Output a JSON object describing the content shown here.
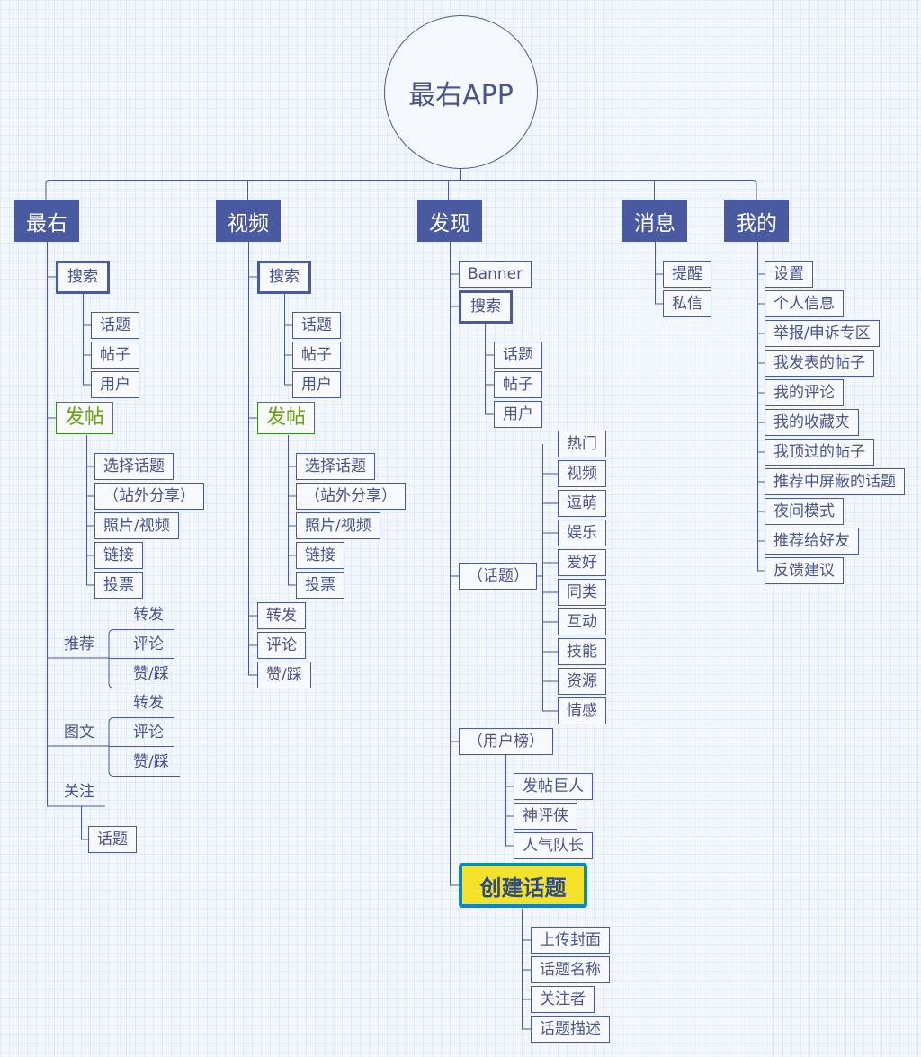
{
  "root": "最右APP",
  "categories": {
    "zuiyou": "最右",
    "video": "视频",
    "discover": "发现",
    "message": "消息",
    "mine": "我的"
  },
  "zuiyou": {
    "search": "搜索",
    "search_items": [
      "话题",
      "帖子",
      "用户"
    ],
    "post": "发帖",
    "post_items": [
      "选择话题",
      "（站外分享）",
      "照片/视频",
      "链接",
      "投票"
    ],
    "recommend": "推荐",
    "recommend_items": [
      "转发",
      "评论",
      "赞/踩"
    ],
    "graphic": "图文",
    "graphic_items": [
      "转发",
      "评论",
      "赞/踩"
    ],
    "follow": "关注",
    "follow_items": [
      "话题"
    ]
  },
  "video": {
    "search": "搜索",
    "search_items": [
      "话题",
      "帖子",
      "用户"
    ],
    "post": "发帖",
    "post_items": [
      "选择话题",
      "（站外分享）",
      "照片/视频",
      "链接",
      "投票"
    ],
    "actions": [
      "转发",
      "评论",
      "赞/踩"
    ]
  },
  "discover": {
    "banner": "Banner",
    "search": "搜索",
    "search_items": [
      "话题",
      "帖子",
      "用户"
    ],
    "topics": "（话题）",
    "topic_items": [
      "热门",
      "视频",
      "逗萌",
      "娱乐",
      "爱好",
      "同类",
      "互动",
      "技能",
      "资源",
      "情感"
    ],
    "ranking": "（用户榜）",
    "ranking_items": [
      "发帖巨人",
      "神评侠",
      "人气队长"
    ],
    "create_topic": "创建话题",
    "create_items": [
      "上传封面",
      "话题名称",
      "关注者",
      "话题描述"
    ]
  },
  "message": {
    "items": [
      "提醒",
      "私信"
    ]
  },
  "mine": {
    "items": [
      "设置",
      "个人信息",
      "举报/申诉专区",
      "我发表的帖子",
      "我的评论",
      "我的收藏夹",
      "我顶过的帖子",
      "推荐中屏蔽的话题",
      "夜间模式",
      "推荐给好友",
      "反馈建议"
    ]
  },
  "colors": {
    "line": "#4a5aa0",
    "category_fill": "#4a5aa0",
    "post_text": "#6aa40e",
    "create_fill": "#f4e22a",
    "create_border": "#0a88c2"
  }
}
